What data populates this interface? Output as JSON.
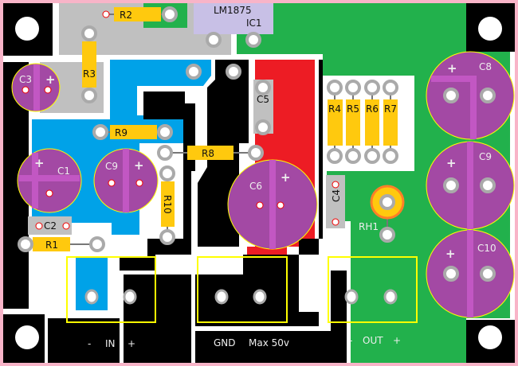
{
  "board": {
    "ic": {
      "part": "LM1875",
      "ref": "IC1"
    },
    "resistors": [
      "R1",
      "R2",
      "R3",
      "R4",
      "R5",
      "R6",
      "R7",
      "R8",
      "R9",
      "R10"
    ],
    "capacitors": {
      "c1": "C1",
      "c2": "C2",
      "c3": "C3",
      "c4": "C4",
      "c5": "C5",
      "c6": "C6",
      "c8": "C8",
      "c9a": "C9",
      "c9b": "C9",
      "c10": "C10"
    },
    "thermistor": "RH1",
    "plus": "+",
    "terminals": {
      "in": {
        "minus": "-",
        "label": "IN",
        "plus": "+"
      },
      "power": {
        "gnd": "GND",
        "max": "Max 50v"
      },
      "out": {
        "minus": "-",
        "label": "OUT",
        "plus": "+"
      }
    }
  },
  "colors": {
    "gray": "#c0c0c0",
    "green": "#22b14c",
    "blue": "#00a2e8",
    "red": "#ed1c24",
    "purple": "#a349a4",
    "yellow": "#ffc90e",
    "border": "#f8b4c8"
  }
}
